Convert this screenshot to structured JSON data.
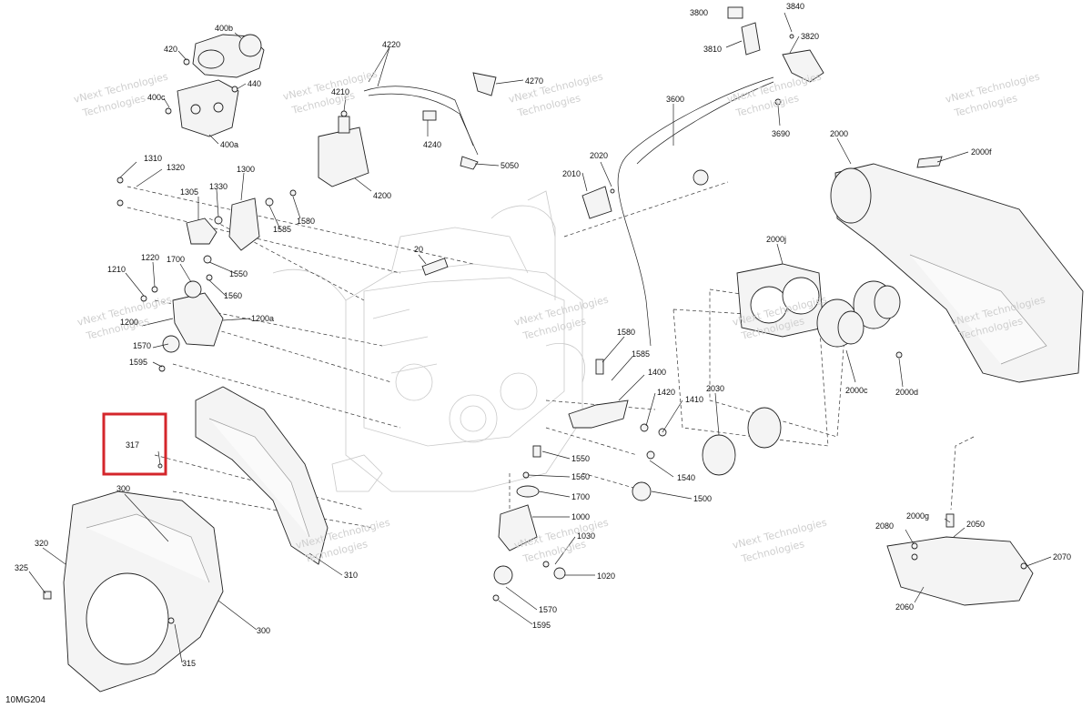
{
  "diagram": {
    "figure_code": "10MG204",
    "highlight_color": "#d4262b",
    "highlighted_part": "317",
    "watermark_lines": [
      "vNext Technologies",
      "Technologies"
    ],
    "labels": {
      "p400b": "400b",
      "p420": "420",
      "p440": "440",
      "p400c": "400c",
      "p400a": "400a",
      "p4210": "4210",
      "p4220": "4220",
      "p4270": "4270",
      "p4240": "4240",
      "p4200": "4200",
      "p5050": "5050",
      "p3800": "3800",
      "p3840": "3840",
      "p3810": "3810",
      "p3820": "3820",
      "p3600": "3600",
      "p3690": "3690",
      "p2000": "2000",
      "p2000f": "2000f",
      "p2020": "2020",
      "p2010": "2010",
      "p1310": "1310",
      "p1320": "1320",
      "p1300": "1300",
      "p1305": "1305",
      "p1330": "1330",
      "p1585a": "1585",
      "p1580a": "1580",
      "p1550a": "1550",
      "p1560a": "1560",
      "p20": "20",
      "p2000j": "2000j",
      "p1220": "1220",
      "p1210": "1210",
      "p1700a": "1700",
      "p1200": "1200",
      "p1200a": "1200a",
      "p1570a": "1570",
      "p1595a": "1595",
      "p1580b": "1580",
      "p1585b": "1585",
      "p1400": "1400",
      "p1420": "1420",
      "p1410": "1410",
      "p2030": "2030",
      "p2000c": "2000c",
      "p2000d": "2000d",
      "p317": "317",
      "p300a": "300",
      "p1550b": "1550",
      "p1560b": "1560",
      "p1540": "1540",
      "p1700b": "1700",
      "p1500": "1500",
      "p1000": "1000",
      "p1030": "1030",
      "p1020": "1020",
      "p320": "320",
      "p325": "325",
      "p310": "310",
      "p300b": "300",
      "p315": "315",
      "p1570b": "1570",
      "p1595b": "1595",
      "p2000g": "2000g",
      "p2080": "2080",
      "p2050": "2050",
      "p2070": "2070",
      "p2060": "2060"
    }
  }
}
